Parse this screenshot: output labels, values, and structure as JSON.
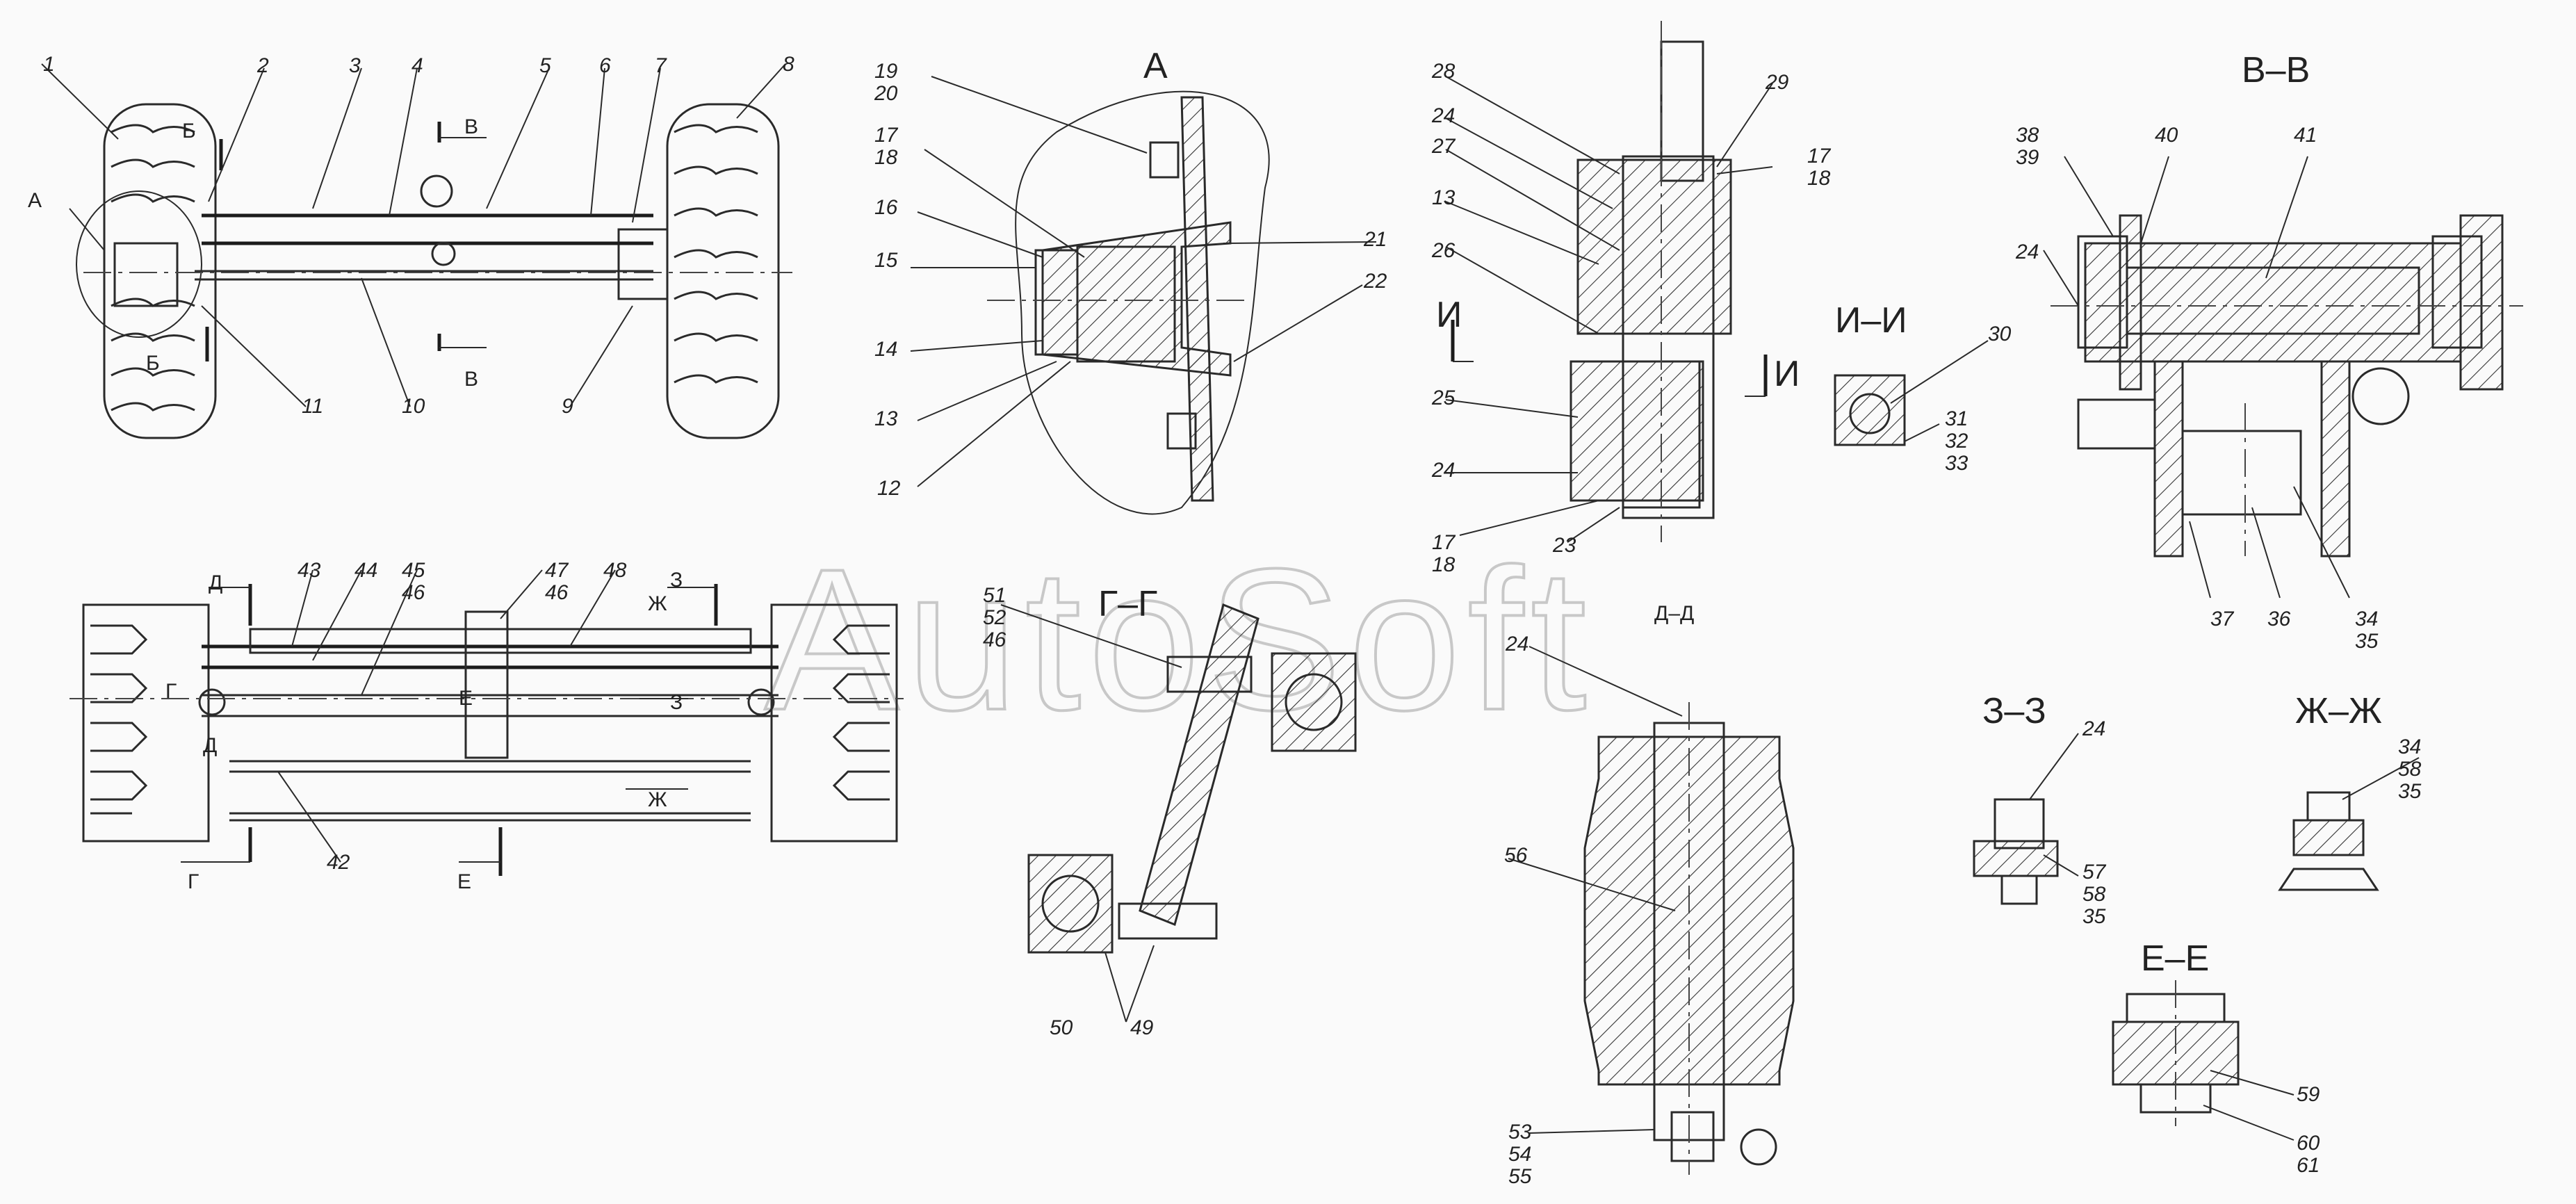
{
  "sections": {
    "A": "А",
    "VV": "В–В",
    "II": "И–И",
    "GG": "Г–Г",
    "DD": "Д–Д",
    "ZZ": "З–З",
    "ZhZh": "Ж–Ж",
    "EE": "Е–Е"
  },
  "cut_marks": {
    "A": "А",
    "B": "Б",
    "V": "В",
    "I": "И",
    "D": "Д",
    "Zh": "Ж",
    "Z": "З",
    "G": "Г",
    "E": "Е"
  },
  "callouts": {
    "c1": "1",
    "c2": "2",
    "c3": "3",
    "c4": "4",
    "c5": "5",
    "c6": "6",
    "c7": "7",
    "c8": "8",
    "c9": "9",
    "c10": "10",
    "c11": "11",
    "c12": "12",
    "c13": "13",
    "c14": "14",
    "c15": "15",
    "c16": "16",
    "c1718a": "17\n18",
    "c1920": "19\n20",
    "c21": "21",
    "c22": "22",
    "c13b": "13",
    "c23": "23",
    "c24a": "24",
    "c24b": "24",
    "c24c": "24",
    "c24d": "24",
    "c24e": "24",
    "c25": "25",
    "c26": "26",
    "c27": "27",
    "c28": "28",
    "c29": "29",
    "c1718b": "17\n18",
    "c1718c": "17\n18",
    "c30": "30",
    "c313233": "31\n32\n33",
    "c3839": "38\n39",
    "c40": "40",
    "c41": "41",
    "c3435": "34\n35",
    "c36": "36",
    "c37": "37",
    "c42": "42",
    "c43": "43",
    "c44": "44",
    "c4546": "45\n46",
    "c4746": "47\n46",
    "c48": "48",
    "c49": "49",
    "c50": "50",
    "c515246": "51\n52\n46",
    "c56": "56",
    "c535455": "53\n54\n55",
    "c575835": "57\n58\n35",
    "c345835": "34\n58\n35",
    "c59": "59",
    "c6061": "60\n61"
  },
  "watermark": "AutoSoft"
}
